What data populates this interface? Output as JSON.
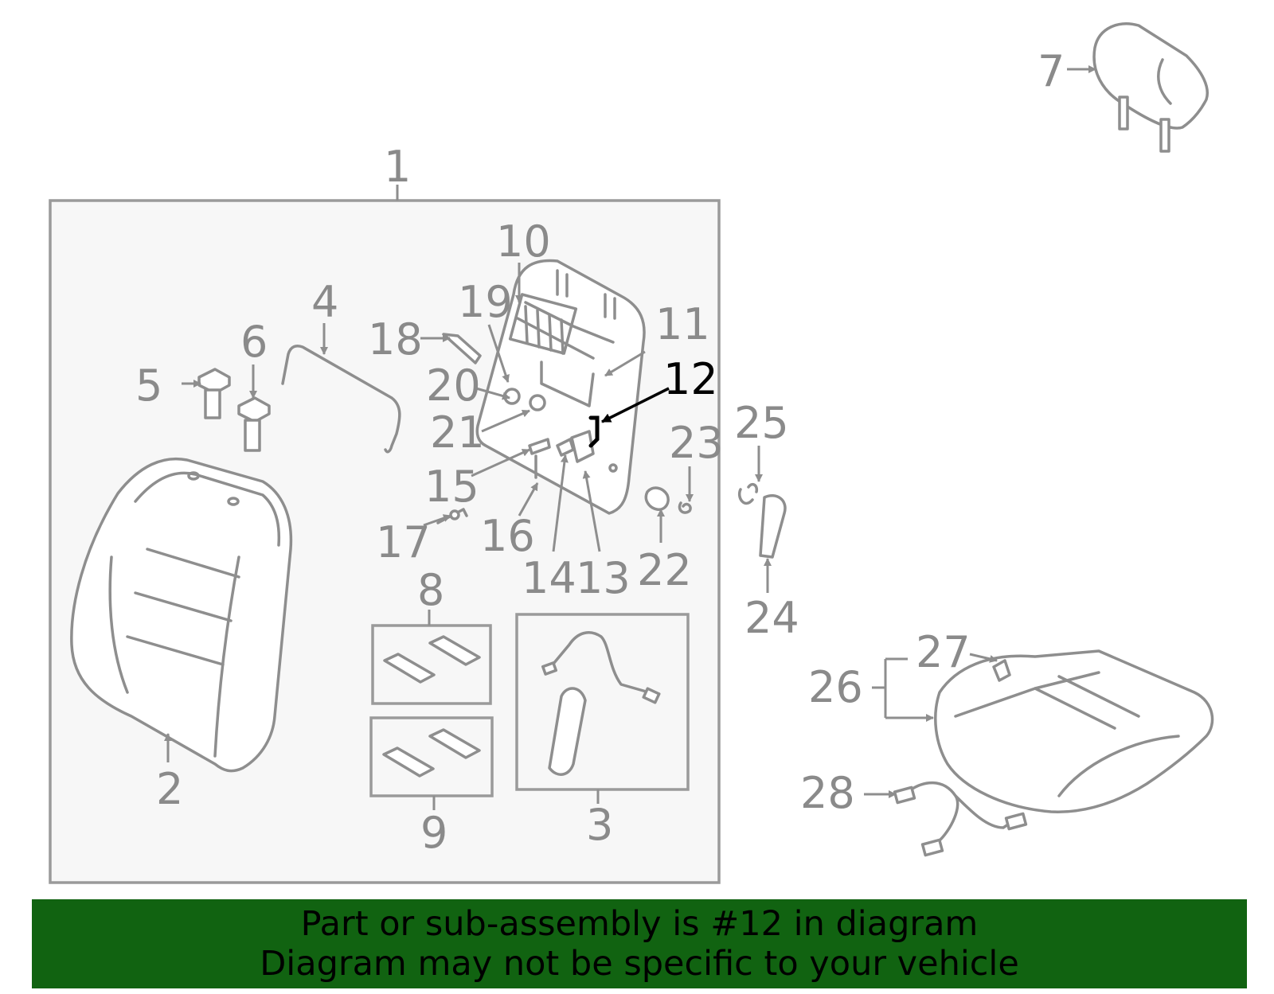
{
  "callouts": {
    "c1": "1",
    "c2": "2",
    "c3": "3",
    "c4": "4",
    "c5": "5",
    "c6": "6",
    "c7": "7",
    "c8": "8",
    "c9": "9",
    "c10": "10",
    "c11": "11",
    "c12": "12",
    "c13": "13",
    "c14": "14",
    "c15": "15",
    "c16": "16",
    "c17": "17",
    "c18": "18",
    "c19": "19",
    "c20": "20",
    "c21": "21",
    "c22": "22",
    "c23": "23",
    "c24": "24",
    "c25": "25",
    "c26": "26",
    "c27": "27",
    "c28": "28"
  },
  "highlighted_part": "12",
  "banner": {
    "line1": "Part or sub-assembly is #12 in diagram",
    "line2": "Diagram may not be specific to your vehicle",
    "background": "#116311"
  },
  "colors": {
    "line_art": "#8e8e8e",
    "highlight": "#000000",
    "assembly_box_fill": "#f7f7f7"
  }
}
